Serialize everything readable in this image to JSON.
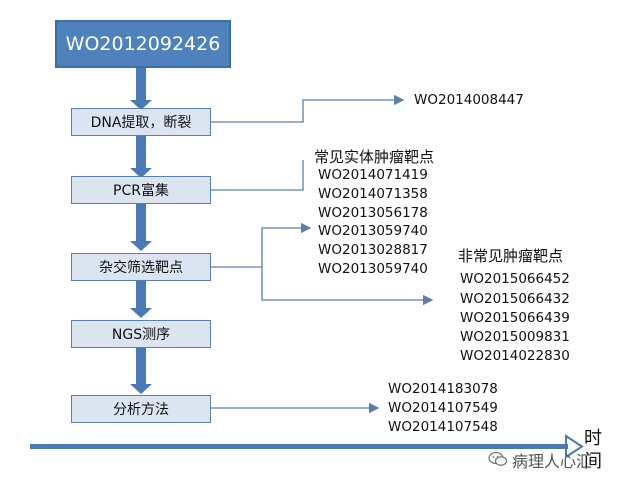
{
  "top_box": "WO2012092426",
  "steps": [
    "DNA提取，断裂",
    "PCR富集",
    "杂交筛选靶点",
    "NGS测序",
    "分析方法"
  ],
  "dna_patent": "WO2014008447",
  "common_targets": {
    "heading": "常见实体肿瘤靶点",
    "patents": [
      "WO2014071419",
      "WO2014071358",
      "WO2013056178",
      "WO2013059740",
      "WO2013028817",
      "WO2013059740"
    ]
  },
  "rare_targets": {
    "heading": "非常见肿瘤靶点",
    "patents": [
      "WO2015066452",
      "WO2015066432",
      "WO2015066439",
      "WO2015009831",
      "WO2014022830"
    ]
  },
  "analysis_patents": [
    "WO2014183078",
    "WO2014107549",
    "WO2014107548"
  ],
  "time_axis": {
    "char1": "时",
    "char2": "间"
  },
  "watermark": {
    "text": "病理人心汇",
    "icon": "wechat-icon"
  },
  "colors": {
    "box_fill": "#4f81bd",
    "step_fill": "#dbe5f1",
    "arrow": "#4a7ab5",
    "connector": "#5a7fa8"
  }
}
